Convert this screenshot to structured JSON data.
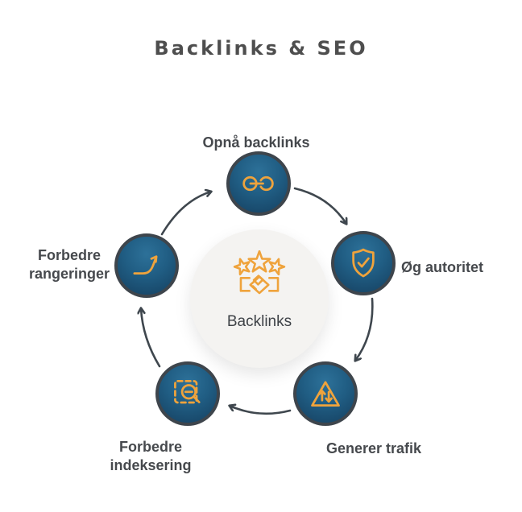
{
  "title": "Backlinks & SEO",
  "center": {
    "label": "Backlinks",
    "icon": "stars-handshake-icon"
  },
  "nodes": [
    {
      "label": "Opnå backlinks",
      "icon": "chain-link-icon"
    },
    {
      "label": "Øg autoritet",
      "icon": "shield-check-icon"
    },
    {
      "label": "Generer trafik",
      "icon": "traffic-triangle-icon"
    },
    {
      "label": "Forbedre indeksering",
      "icon": "scan-search-icon"
    },
    {
      "label": "Forbedre rangeringer",
      "icon": "growth-arrow-icon"
    }
  ],
  "flow": [
    "Opnå backlinks → Øg autoritet",
    "Øg autoritet → Generer trafik",
    "Generer trafik → Forbedre indeksering",
    "Forbedre indeksering → Forbedre rangeringer",
    "Forbedre rangeringer → Opnå backlinks"
  ],
  "colors": {
    "accent_orange": "#efa33c",
    "node_blue_light": "#2d7199",
    "node_blue_dark": "#153f5f",
    "node_ring": "#3e454c",
    "arrow": "#3f474e",
    "title_text": "#4e4e4e",
    "label_text": "#46494d",
    "center_circle_bg": "#f4f3f1",
    "center_text": "#3e4247"
  }
}
